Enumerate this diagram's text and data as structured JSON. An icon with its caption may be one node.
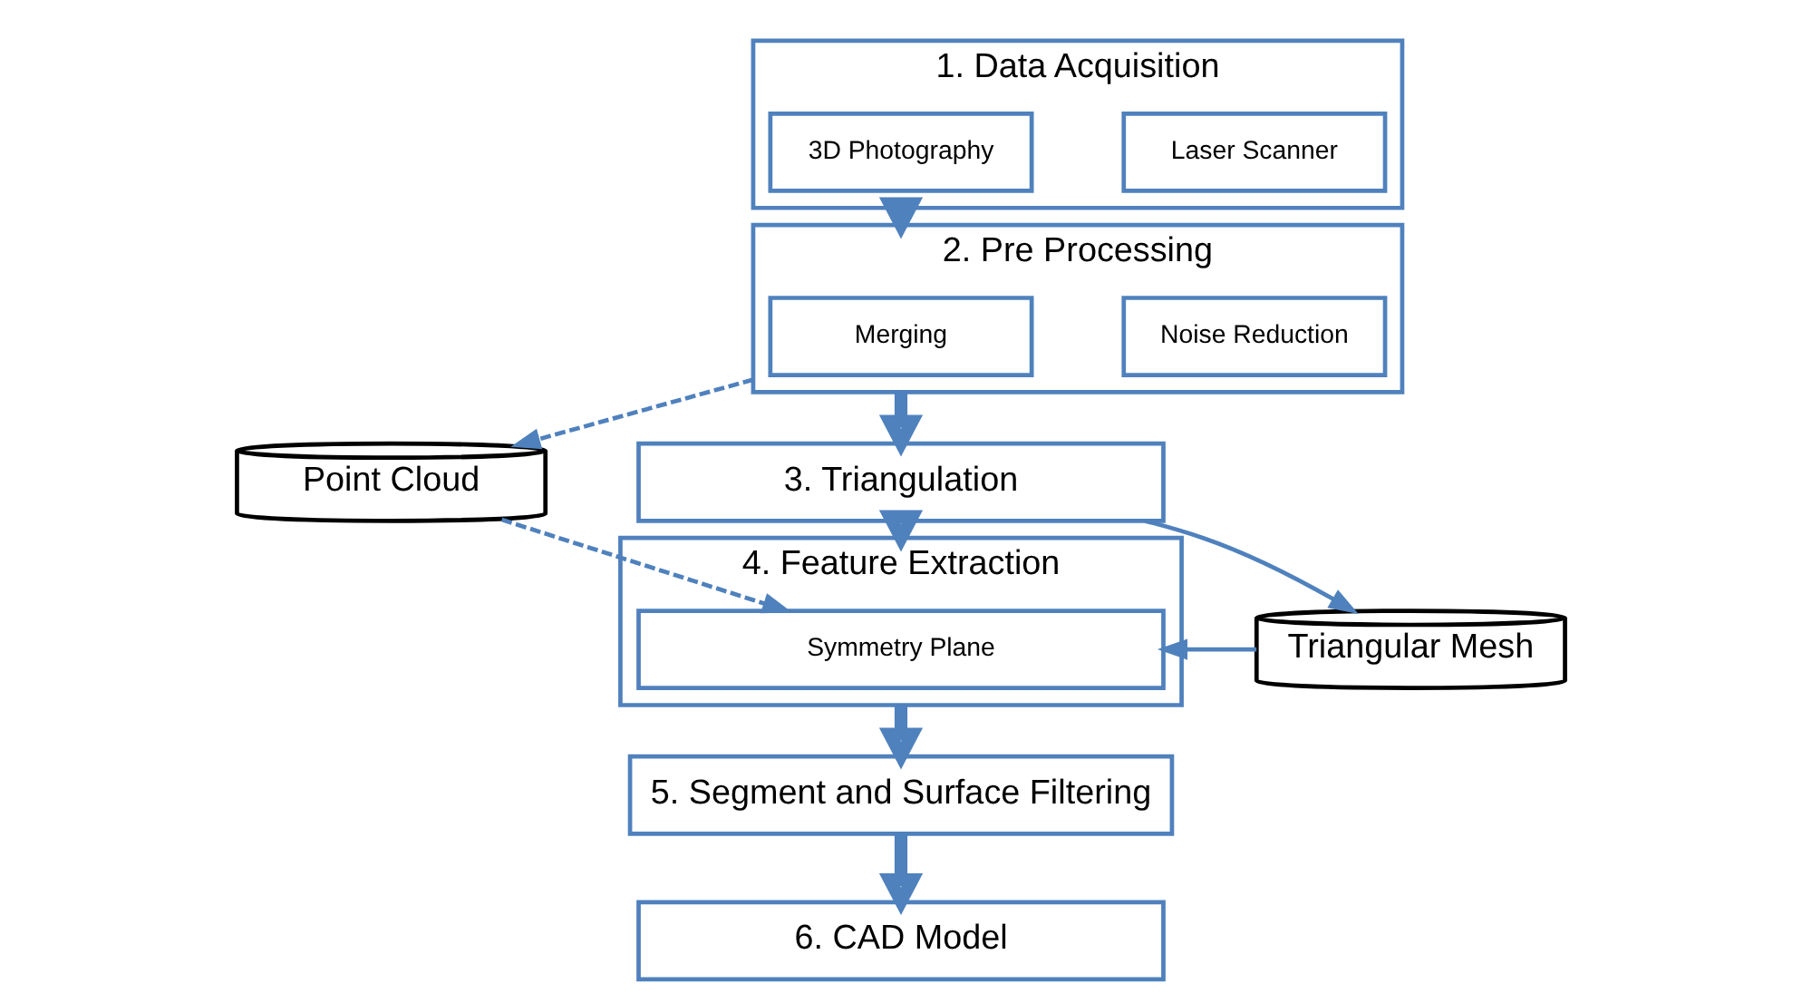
{
  "diagram": {
    "nodes": [
      {
        "text": [
          "1. Data Acquisition"
        ]
      },
      {
        "text": [
          "Laser Scanner"
        ],
        "in": 0
      },
      {
        "text": [
          "3D Photography"
        ],
        "in": 0
      },
      {
        "text": [
          "2. Pre Processing"
        ]
      },
      {
        "text": [
          "Noise Reduction"
        ],
        "in": 3
      },
      {
        "text": [
          "Merging"
        ],
        "in": 3
      },
      {
        "text": [
          "3. Triangulation"
        ]
      },
      {
        "text": [
          "Point Cloud"
        ]
      },
      {
        "text": [
          "4. Feature Extraction"
        ]
      },
      {
        "text": [
          "Symmetry Plane"
        ],
        "in": 8
      },
      {
        "text": [
          "Triangular Mesh"
        ]
      },
      {
        "text": [
          "5. Segment and Surface Filtering"
        ]
      },
      {
        "text": [
          "6. CAD Model"
        ]
      }
    ],
    "edges": [
      {
        "from": 0,
        "to": 3,
        "arrow": "to",
        "style": "thick"
      },
      {
        "from": 3,
        "to": 7,
        "arrow": "to",
        "style": "dashed"
      },
      {
        "from": 3,
        "to": 6,
        "arrow": "to",
        "style": "thick"
      },
      {
        "from": 6,
        "to": 10,
        "arrow": "to"
      },
      {
        "from": 6,
        "to": 8,
        "arrow": "to",
        "style": "thick"
      },
      {
        "from": 7,
        "to": 9,
        "arrow": "to",
        "style": "dashed"
      },
      {
        "from": 10,
        "to": 9,
        "arrow": "to"
      },
      {
        "from": 8,
        "to": 11,
        "arrow": "to",
        "style": "thick"
      },
      {
        "from": 11,
        "to": 12,
        "arrow": "to",
        "style": "thick"
      }
    ]
  }
}
